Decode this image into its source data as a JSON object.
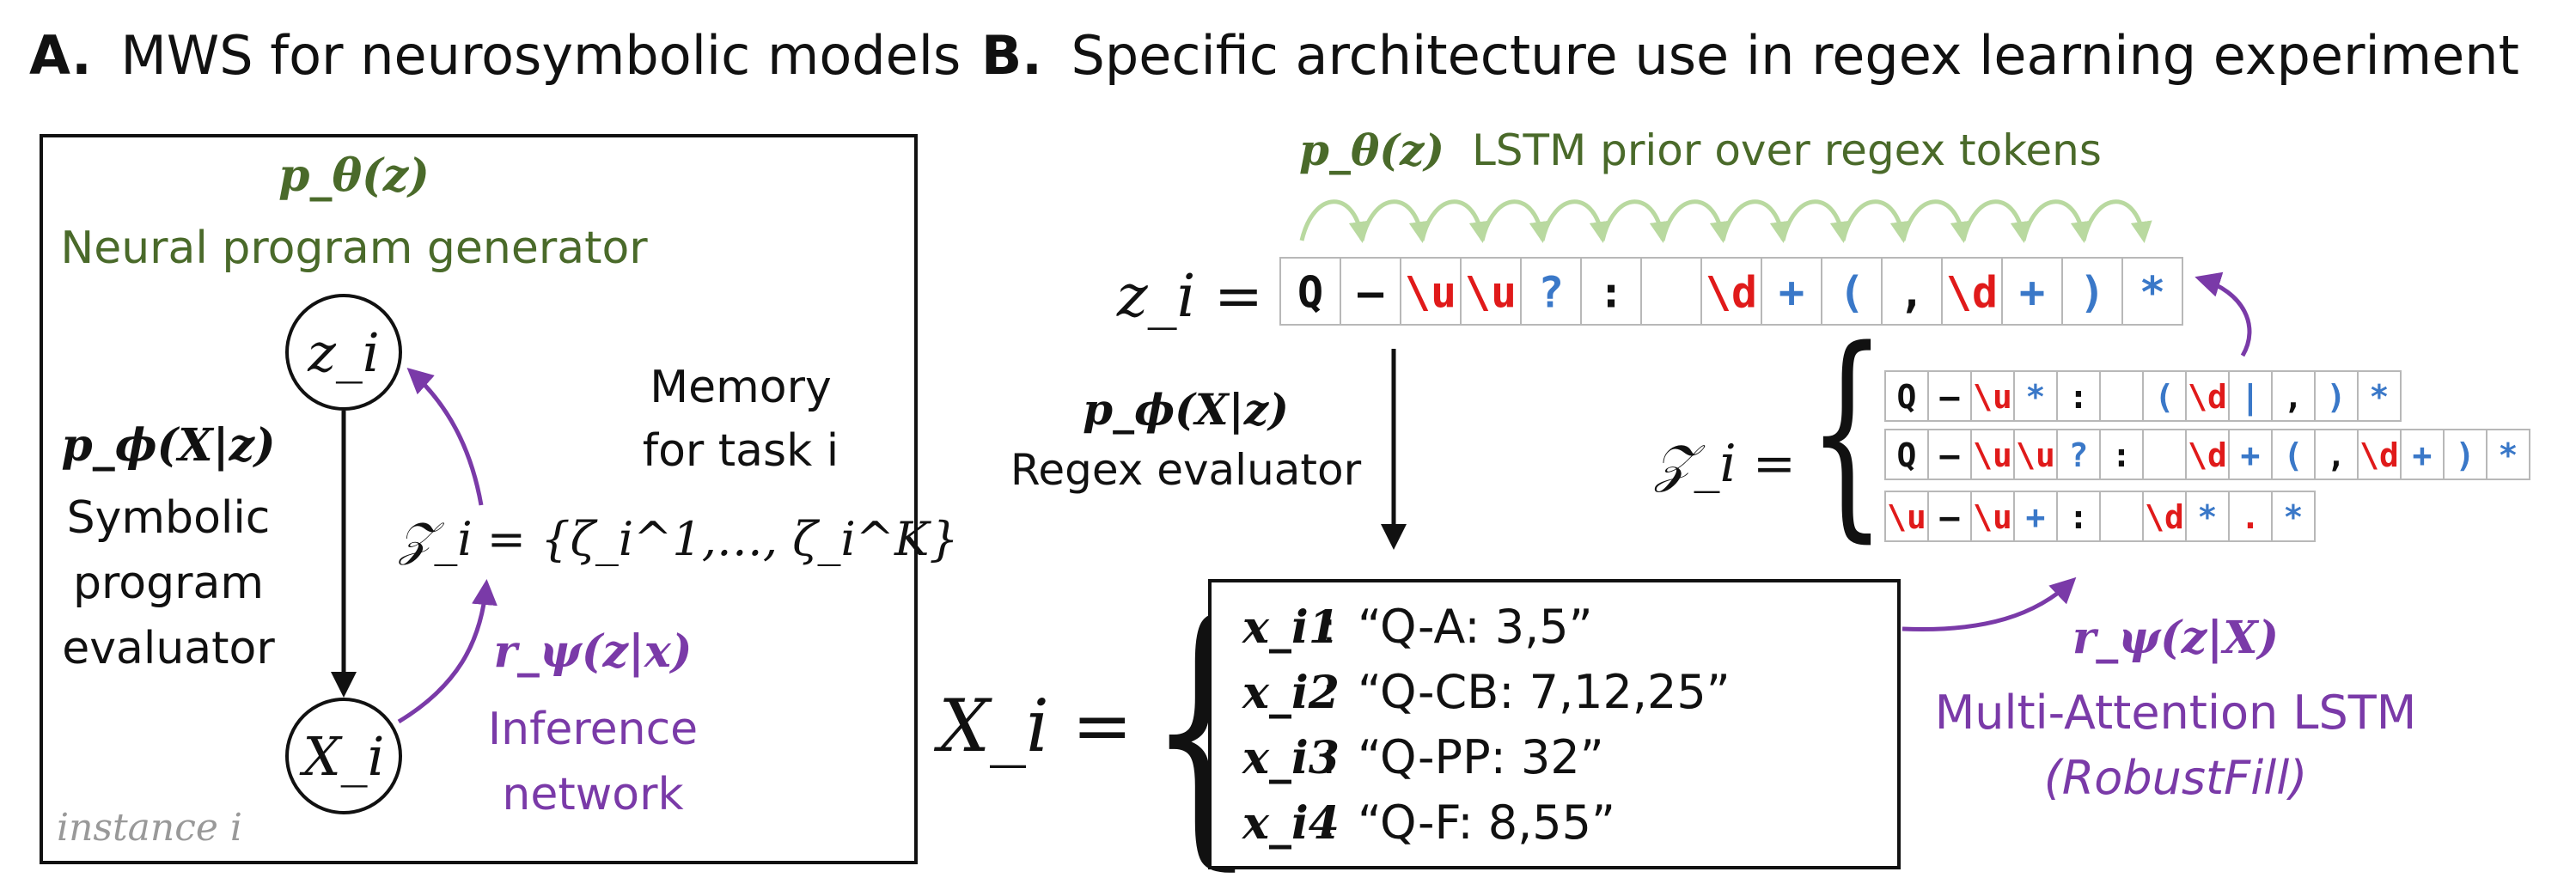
{
  "panel_a": {
    "heading_letter": "A.",
    "heading_text": "MWS for neurosymbolic models",
    "prior_formula": "p_θ(z)",
    "prior_label": "Neural program generator",
    "node_z": "z_i",
    "node_x": "X_i",
    "evaluator_formula": "p_ϕ(X|z)",
    "evaluator_label_1": "Symbolic",
    "evaluator_label_2": "program",
    "evaluator_label_3": "evaluator",
    "memory_label_1": "Memory",
    "memory_label_2": "for task i",
    "memory_formula": "𝒵_i = {ζ_i^1,…, ζ_i^K}",
    "inference_formula": "r_ψ(z|x)",
    "inference_label_1": "Inference",
    "inference_label_2": "network",
    "instance_label": "instance i"
  },
  "panel_b": {
    "heading_letter": "B.",
    "heading_text": "Specific architecture use in regex learning experiment",
    "prior_formula": "p_θ(z)",
    "prior_label": "LSTM prior over regex tokens",
    "z_formula": "z_i =",
    "z_tokens": [
      {
        "t": "Q",
        "c": "black"
      },
      {
        "t": "–",
        "c": "black"
      },
      {
        "t": "\\u",
        "c": "red"
      },
      {
        "t": "\\u",
        "c": "red"
      },
      {
        "t": "?",
        "c": "blue"
      },
      {
        "t": ":",
        "c": "black"
      },
      {
        "t": "",
        "c": "black"
      },
      {
        "t": "\\d",
        "c": "red"
      },
      {
        "t": "+",
        "c": "blue"
      },
      {
        "t": "(",
        "c": "blue"
      },
      {
        "t": ",",
        "c": "black"
      },
      {
        "t": "\\d",
        "c": "red"
      },
      {
        "t": "+",
        "c": "blue"
      },
      {
        "t": ")",
        "c": "blue"
      },
      {
        "t": "*",
        "c": "blue"
      }
    ],
    "evaluator_formula": "p_ϕ(X|z)",
    "evaluator_label": "Regex evaluator",
    "memory_formula": "𝒵_i =",
    "memory_rows": [
      [
        {
          "t": "Q",
          "c": "black"
        },
        {
          "t": "–",
          "c": "black"
        },
        {
          "t": "\\u",
          "c": "red"
        },
        {
          "t": "*",
          "c": "blue"
        },
        {
          "t": ":",
          "c": "black"
        },
        {
          "t": "",
          "c": "black"
        },
        {
          "t": "(",
          "c": "blue"
        },
        {
          "t": "\\d",
          "c": "red"
        },
        {
          "t": "|",
          "c": "blue"
        },
        {
          "t": ",",
          "c": "black"
        },
        {
          "t": ")",
          "c": "blue"
        },
        {
          "t": "*",
          "c": "blue"
        }
      ],
      [
        {
          "t": "Q",
          "c": "black"
        },
        {
          "t": "–",
          "c": "black"
        },
        {
          "t": "\\u",
          "c": "red"
        },
        {
          "t": "\\u",
          "c": "red"
        },
        {
          "t": "?",
          "c": "blue"
        },
        {
          "t": ":",
          "c": "black"
        },
        {
          "t": "",
          "c": "black"
        },
        {
          "t": "\\d",
          "c": "red"
        },
        {
          "t": "+",
          "c": "blue"
        },
        {
          "t": "(",
          "c": "blue"
        },
        {
          "t": ",",
          "c": "black"
        },
        {
          "t": "\\d",
          "c": "red"
        },
        {
          "t": "+",
          "c": "blue"
        },
        {
          "t": ")",
          "c": "blue"
        },
        {
          "t": "*",
          "c": "blue"
        }
      ],
      [
        {
          "t": "\\u",
          "c": "red"
        },
        {
          "t": "–",
          "c": "black"
        },
        {
          "t": "\\u",
          "c": "red"
        },
        {
          "t": "+",
          "c": "blue"
        },
        {
          "t": ":",
          "c": "black"
        },
        {
          "t": "",
          "c": "black"
        },
        {
          "t": "\\d",
          "c": "red"
        },
        {
          "t": "*",
          "c": "blue"
        },
        {
          "t": ".",
          "c": "red"
        },
        {
          "t": "*",
          "c": "blue"
        }
      ]
    ],
    "x_formula": "X_i =",
    "examples": [
      {
        "var": "x_i1",
        "text": "“Q-A: 3,5”"
      },
      {
        "var": "x_i2",
        "text": "“Q-CB: 7,12,25”"
      },
      {
        "var": "x_i3",
        "text": "“Q-PP: 32”"
      },
      {
        "var": "x_i4",
        "text": "“Q-F: 8,55”"
      }
    ],
    "inference_formula": "r_ψ(z|X)",
    "inference_label": "Multi-Attention LSTM",
    "inference_sublabel": "(RobustFill)"
  },
  "colors": {
    "green": "#4a6a2a",
    "green_arrow": "#b9d9a0",
    "purple": "#7a3aa8",
    "red_token": "#e01a1a",
    "blue_token": "#3a78c8",
    "gray": "#999999"
  }
}
